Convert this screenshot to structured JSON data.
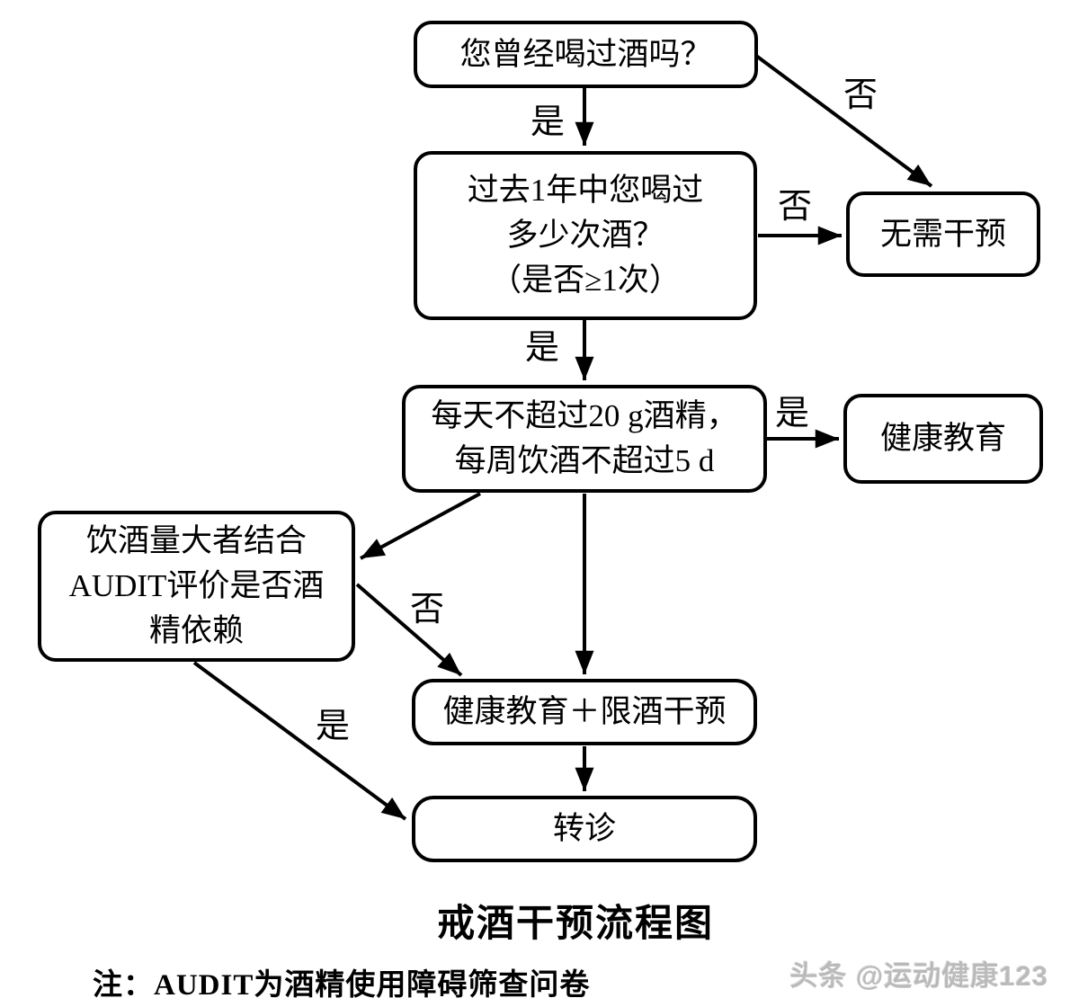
{
  "flowchart": {
    "title": "戒酒干预流程图",
    "note": "注：AUDIT为酒精使用障碍筛查问卷",
    "watermark": "头条 @运动健康123",
    "nodes": {
      "ever_drink": {
        "text": "您曾经喝过酒吗？"
      },
      "past_year": {
        "text": "过去1年中您喝过\n多少次酒？\n（是否≥1次）"
      },
      "no_intervention": {
        "text": "无需干预"
      },
      "daily_limit": {
        "text": "每天不超过20 g酒精，\n每周饮酒不超过5 d"
      },
      "health_education": {
        "text": "健康教育"
      },
      "audit_eval": {
        "text": "饮酒量大者结合\nAUDIT评价是否酒\n精依赖"
      },
      "edu_plus_restrict": {
        "text": "健康教育＋限酒干预"
      },
      "referral": {
        "text": "转诊"
      }
    },
    "edge_labels": {
      "yes1": "是",
      "no1": "否",
      "no2": "否",
      "yes2": "是",
      "yes3": "是",
      "no3": "否",
      "yes4": "是"
    },
    "colors": {
      "line": "#000000",
      "box_border": "#000000",
      "box_bg": "#ffffff",
      "watermark": "#b2b2b2"
    }
  }
}
